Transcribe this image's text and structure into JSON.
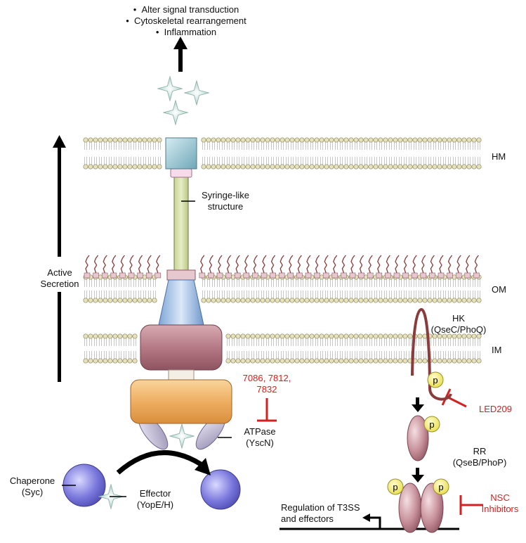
{
  "outcomes": [
    "Alter signal transduction",
    "Cytoskeletal rearrangement",
    "Inflammation"
  ],
  "membranes": {
    "hm": "HM",
    "om": "OM",
    "im": "IM"
  },
  "labels": {
    "syringe_line1": "Syringe-like",
    "syringe_line2": "structure",
    "active_line1": "Active",
    "active_line2": "Secretion",
    "hk_line1": "HK",
    "hk_line2": "(QseC/PhoQ)",
    "atpase_line1": "ATPase",
    "atpase_line2": "(YscN)",
    "inhibitor_numbers_line1": "7086, 7812,",
    "inhibitor_numbers_line2": "7832",
    "led209": "LED209",
    "rr_line1": "RR",
    "rr_line2": "(QseB/PhoP)",
    "nsc_line1": "NSC",
    "nsc_line2": "Inhibitors",
    "chaperone_line1": "Chaperone",
    "chaperone_line2": "(Syc)",
    "effector_line1": "Effector",
    "effector_line2": "(YopE/H)",
    "regulation_line1": "Regulation of T3SS",
    "regulation_line2": "and effectors",
    "phospho": "p"
  },
  "colors": {
    "inhibitor_red": "#d62020",
    "needle": "#d6dfa8",
    "tip": "#9ec6d4",
    "basal_ring": "#a86a76",
    "atpase": "#eeb066",
    "chaperone": "#6e6ed0",
    "phospho": "#f3ef6c",
    "effector_star": "#cfe5df"
  }
}
